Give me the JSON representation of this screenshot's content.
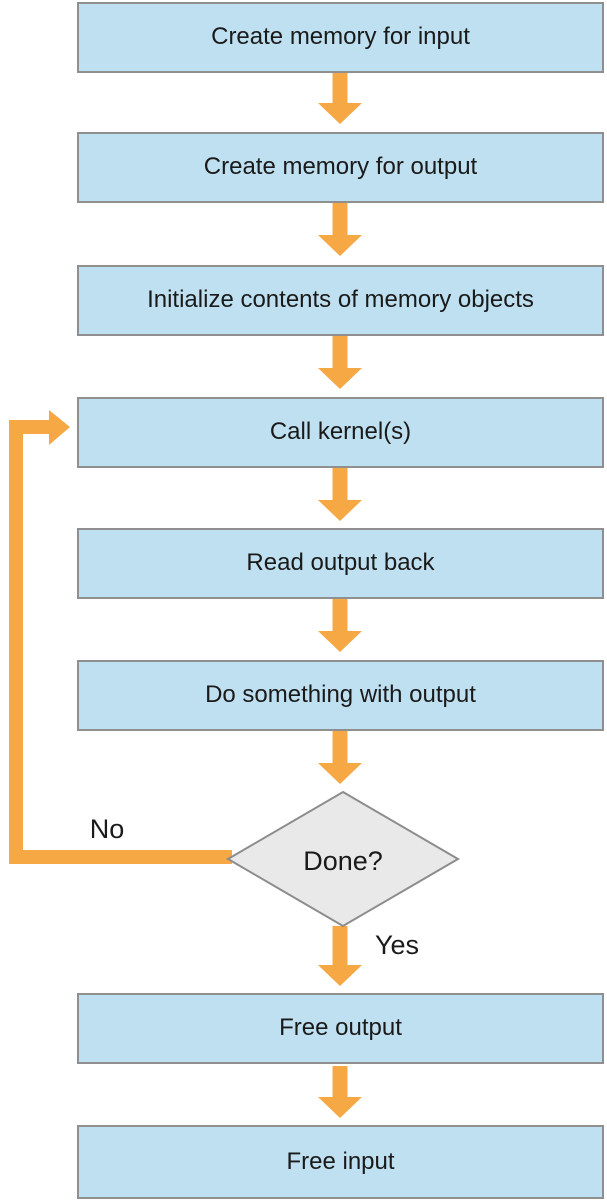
{
  "flow": {
    "boxes": [
      {
        "id": "create-memory-for-input",
        "label": "Create memory for input"
      },
      {
        "id": "create-memory-for-output",
        "label": "Create memory for output"
      },
      {
        "id": "initialize-memory-objects",
        "label": "Initialize contents of memory objects"
      },
      {
        "id": "call-kernels",
        "label": "Call kernel(s)"
      },
      {
        "id": "read-output-back",
        "label": "Read output back"
      },
      {
        "id": "do-something-with-output",
        "label": "Do something with output"
      },
      {
        "id": "free-output",
        "label": "Free output"
      },
      {
        "id": "free-input",
        "label": "Free input"
      }
    ],
    "decision": {
      "id": "done",
      "label": "Done?"
    },
    "edge_labels": {
      "no": "No",
      "yes": "Yes"
    },
    "colors": {
      "box_fill": "#BFE0F0",
      "box_border": "#8F8F8F",
      "decision_fill": "#E9E9E9",
      "decision_border": "#8C8C8C",
      "arrow": "#F5A843",
      "text": "#1A1A1A",
      "background": "#FFFFFF"
    }
  }
}
